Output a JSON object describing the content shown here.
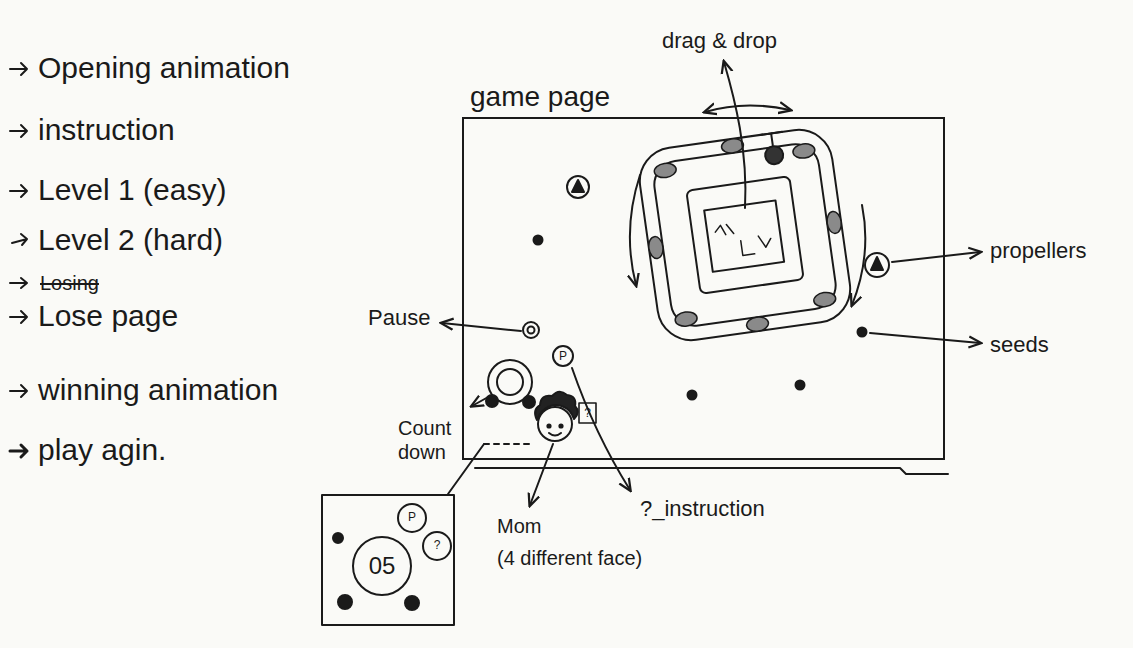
{
  "diagram": {
    "nodes": [
      {
        "text": [
          "game page"
        ]
      },
      {
        "text": [
          "05"
        ]
      },
      {
        "text": [
          "P"
        ]
      },
      {
        "text": [
          "?"
        ]
      }
    ],
    "labels": [
      "Opening animation",
      "instruction",
      "Level 1 (easy)",
      "Level 2 (hard)",
      "Losing",
      "Lose page",
      "winning animation",
      "play agin.",
      "drag & drop",
      "propellers",
      "seeds",
      "Pause",
      "Count down",
      "Mom",
      "(4 different face)",
      "?_instruction",
      "P",
      "?"
    ]
  }
}
